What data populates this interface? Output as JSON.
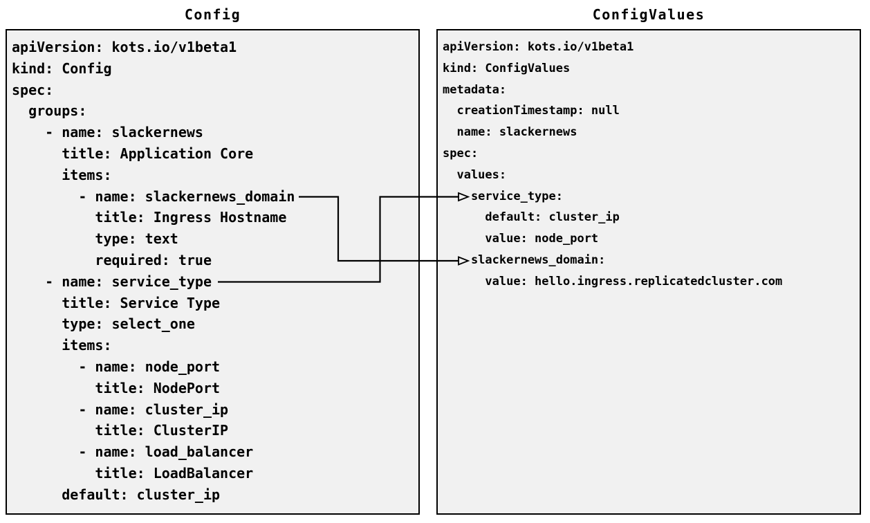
{
  "figure": {
    "colors": {
      "background": "#ffffff",
      "panel_fill": "#f1f1f1",
      "panel_border": "#000000",
      "text": "#000000",
      "arrow": "#000000"
    },
    "left_panel": {
      "title": "Config",
      "lines": [
        "apiVersion: kots.io/v1beta1",
        "kind: Config",
        "spec:",
        "  groups:",
        "    - name: slackernews",
        "      title: Application Core",
        "      items:",
        "        - name: slackernews_domain",
        "          title: Ingress Hostname",
        "          type: text",
        "          required: true",
        "    - name: service_type",
        "      title: Service Type",
        "      type: select_one",
        "      items:",
        "        - name: node_port",
        "          title: NodePort",
        "        - name: cluster_ip",
        "          title: ClusterIP",
        "        - name: load_balancer",
        "          title: LoadBalancer",
        "      default: cluster_ip"
      ]
    },
    "right_panel": {
      "title": "ConfigValues",
      "lines": [
        "apiVersion: kots.io/v1beta1",
        "kind: ConfigValues",
        "metadata:",
        "  creationTimestamp: null",
        "  name: slackernews",
        "spec:",
        "  values:",
        "    service_type:",
        "      default: cluster_ip",
        "      value: node_port",
        "    slackernews_domain:",
        "      value: hello.ingress.replicatedcluster.com"
      ]
    },
    "connections": [
      {
        "from": "Config item slackernews_domain",
        "to": "ConfigValues value slackernews_domain"
      },
      {
        "from": "Config item service_type",
        "to": "ConfigValues value service_type"
      }
    ]
  }
}
